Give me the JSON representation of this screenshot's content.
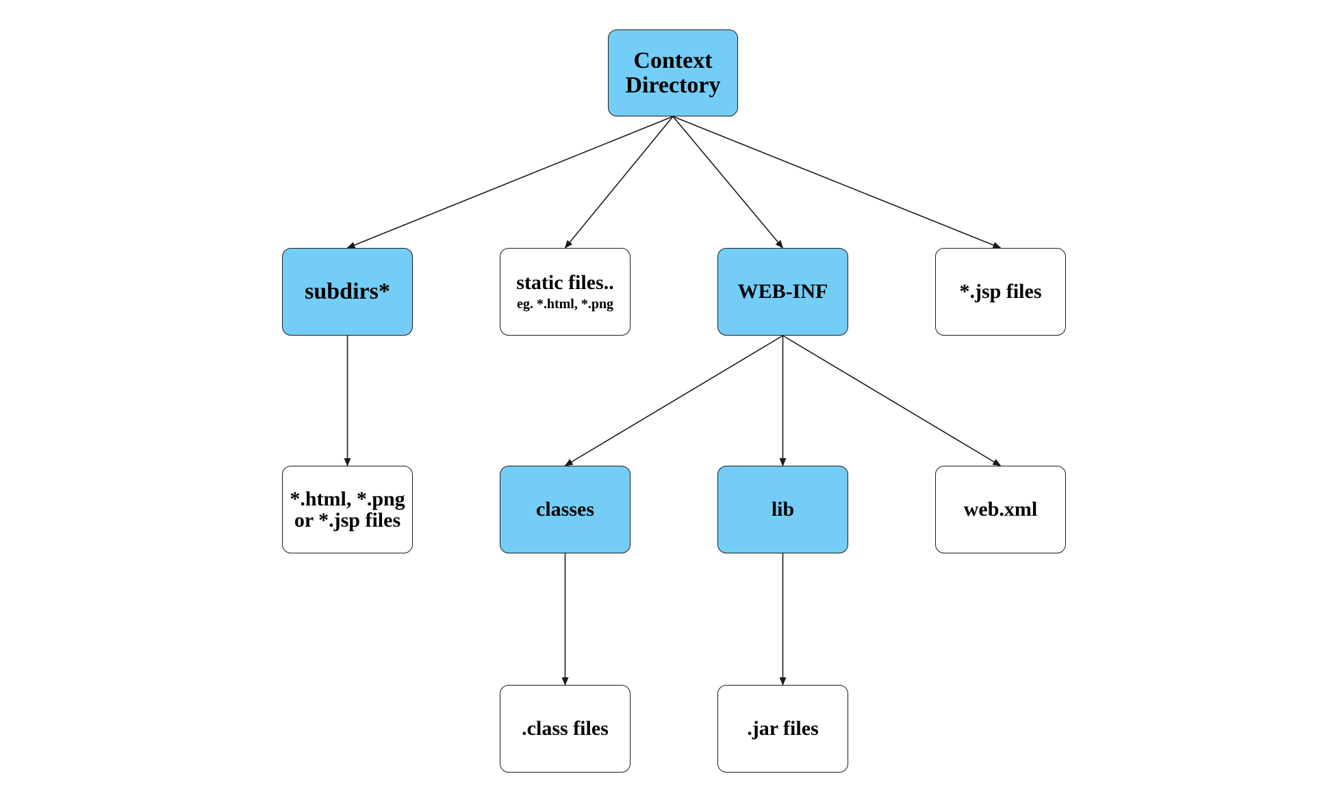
{
  "colors": {
    "directory_fill": "#74cdf6",
    "file_fill": "#ffffff",
    "line": "#1a1a1a"
  },
  "nodes": {
    "context": {
      "line1": "Context",
      "line2": "Directory",
      "kind": "directory"
    },
    "subdirs": {
      "label": "subdirs*",
      "kind": "directory"
    },
    "static_files": {
      "line1": "static files..",
      "line2": "eg. *.html, *.png",
      "kind": "file"
    },
    "web_inf": {
      "label": "WEB-INF",
      "kind": "directory"
    },
    "jsp_files": {
      "label": "*.jsp files",
      "kind": "file"
    },
    "sub_files": {
      "line1": "*.html, *.png",
      "line2": "or *.jsp files",
      "kind": "file"
    },
    "classes": {
      "label": "classes",
      "kind": "directory"
    },
    "lib": {
      "label": "lib",
      "kind": "directory"
    },
    "web_xml": {
      "label": "web.xml",
      "kind": "file"
    },
    "class_files": {
      "label": ".class files",
      "kind": "file"
    },
    "jar_files": {
      "label": ".jar files",
      "kind": "file"
    }
  },
  "edges": [
    {
      "from": "context",
      "to": "subdirs"
    },
    {
      "from": "context",
      "to": "static_files"
    },
    {
      "from": "context",
      "to": "web_inf"
    },
    {
      "from": "context",
      "to": "jsp_files"
    },
    {
      "from": "subdirs",
      "to": "sub_files"
    },
    {
      "from": "web_inf",
      "to": "classes"
    },
    {
      "from": "web_inf",
      "to": "lib"
    },
    {
      "from": "web_inf",
      "to": "web_xml"
    },
    {
      "from": "classes",
      "to": "class_files"
    },
    {
      "from": "lib",
      "to": "jar_files"
    }
  ]
}
